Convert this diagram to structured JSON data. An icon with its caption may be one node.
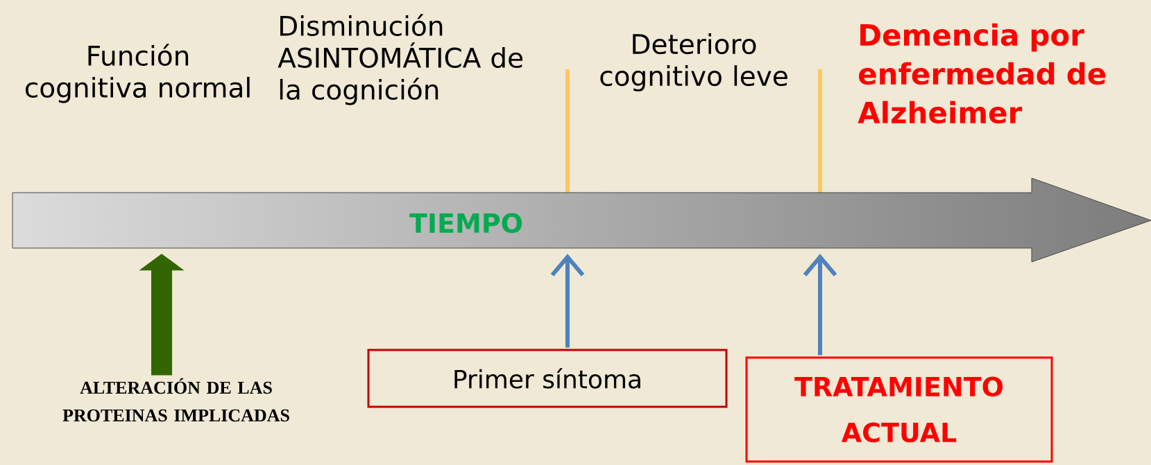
{
  "diagram": {
    "nodes": [
      {
        "text": [
          "TIEMPO"
        ]
      },
      {
        "text": [
          "ALTERACIÓN DE LAS PROTEINAS IMPLICADAS"
        ]
      },
      {
        "text": [
          "Primer síntoma"
        ]
      },
      {
        "text": [
          "TRATAMIENTO ACTUAL"
        ]
      }
    ],
    "edges": [
      {
        "from": 1,
        "to": 0,
        "arrow": "to",
        "style": "thick",
        "color": "#336600"
      },
      {
        "from": 2,
        "to": 0,
        "arrow": "to"
      },
      {
        "from": 3,
        "to": 0,
        "arrow": "to"
      }
    ],
    "labels": [
      "Función cognitiva normal",
      "Disminución ASINTOMÁTICA de la cognición",
      "Deterioro cognitivo leve",
      "Demencia por enfermedad de Alzheimer"
    ]
  }
}
